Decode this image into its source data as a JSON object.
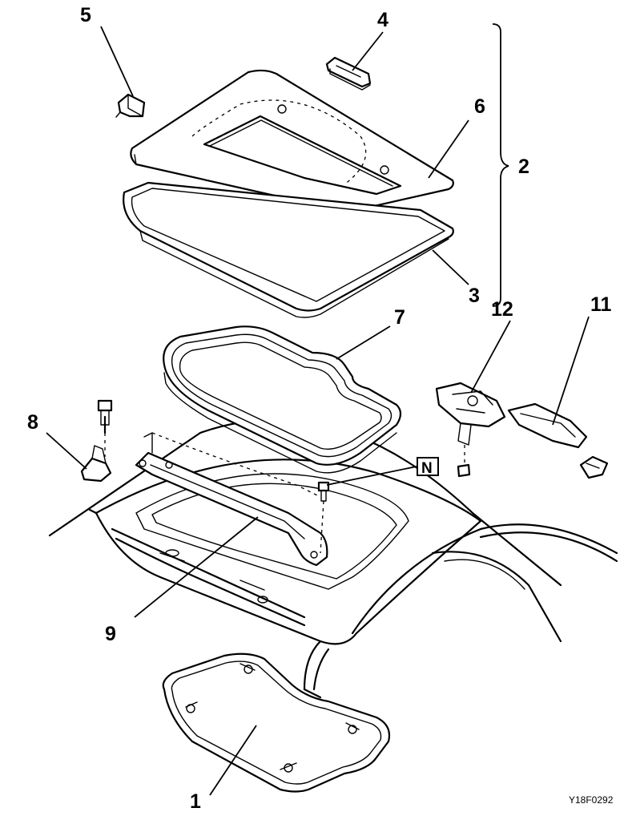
{
  "callouts": {
    "c1": "1",
    "c2": "2",
    "c3": "3",
    "c4": "4",
    "c5": "5",
    "c6": "6",
    "c7": "7",
    "c8": "8",
    "c9": "9",
    "c11": "11",
    "c12": "12"
  },
  "marker_n": "N",
  "figure_code": "Y18F0292"
}
